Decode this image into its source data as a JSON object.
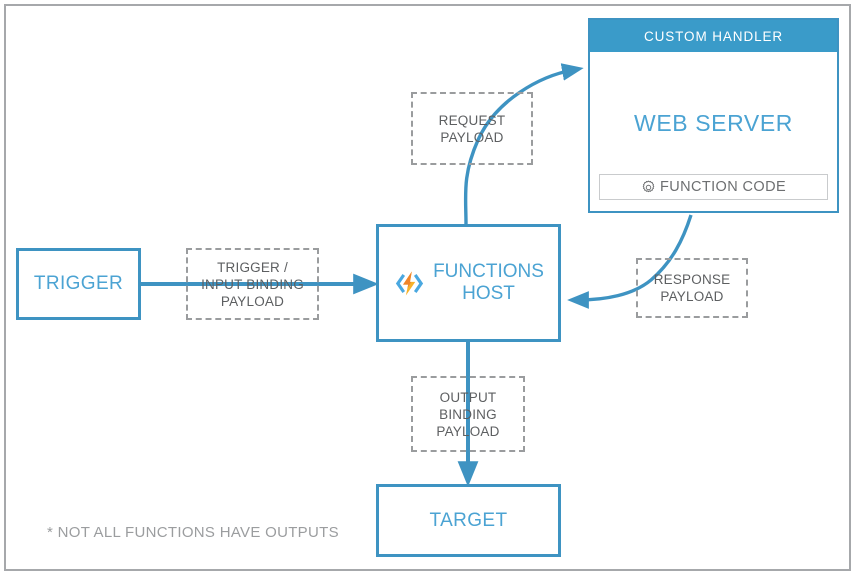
{
  "diagram": {
    "title": "Azure Functions Custom Handler Flow",
    "colors": {
      "accent_blue": "#3e93c2",
      "header_blue": "#3a9bc9",
      "label_blue": "#4ba3d3",
      "dashed_gray": "#9a9c9e",
      "text_gray": "#5d5f61",
      "footnote_gray": "#9b9d9f",
      "frame_gray": "#a6a8ab"
    },
    "nodes": {
      "trigger": {
        "label": "TRIGGER"
      },
      "functions_host": {
        "label_line1": "FUNCTIONS",
        "label_line2": "HOST",
        "icon": "azure-functions-logo"
      },
      "target": {
        "label": "TARGET"
      },
      "custom_handler": {
        "header": "CUSTOM HANDLER",
        "web_server": "WEB SERVER",
        "function_code": "FUNCTION CODE",
        "function_code_icon": "gear-icon"
      }
    },
    "payloads": {
      "request": "REQUEST\nPAYLOAD",
      "trigger_input_binding": "TRIGGER /\nINPUT BINDING\nPAYLOAD",
      "response": "RESPONSE\nPAYLOAD",
      "output_binding": "OUTPUT\nBINDING\nPAYLOAD"
    },
    "footnote": "* NOT ALL FUNCTIONS HAVE OUTPUTS"
  }
}
